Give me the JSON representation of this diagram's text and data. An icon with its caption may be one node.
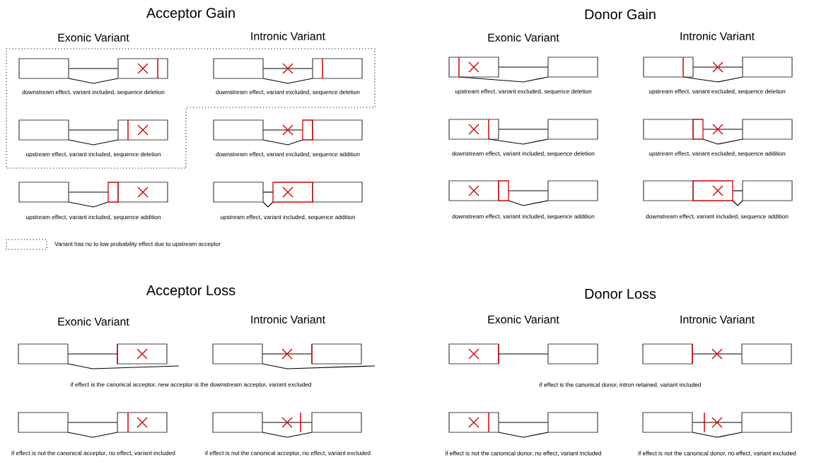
{
  "diagram": {
    "labels": [
      "Acceptor Gain",
      "Donor Gain",
      "Exonic Variant",
      "Intronic Variant",
      "Exonic Variant",
      "Intronic Variant",
      "downstream effect, variant included, sequence deletion",
      "downstream effect, variant excluded, sequence deletion",
      "upstream effect, variant excluded, sequence deletion",
      "upstream effect, variant excluded, sequence deletion",
      "upstream effect, variant included, sequence deletion",
      "downstream effect, variant excluded, sequence addition",
      "downstream effect, variant included, sequence deletion",
      "upstream effect, variant excluded, sequence addition",
      "upstream effect, variant included, sequence addition",
      "upstream effect, variant included, sequence addition",
      "downstream effect, variant included, sequence addition",
      "downstream effect, variant included, sequence addition",
      "Acceptor Loss",
      "Donor Loss",
      "Exonic Variant",
      "Intronic Variant",
      "Exonic Variant",
      "Intronic Variant",
      "if effect is the canonical acceptor, new acceptor is the downstream acceptor, variant excluded",
      "if effect is the canonical donor, intron retained, variant included",
      "if effect is not the canonical acceptor, no effect, variant included",
      "if effect is not the canonical acceptor, no effect, variant excluded",
      "if effect is not the canonical donor, no effect, variant included",
      "if effect is not the canonical donor, no effect, variant excluded"
    ],
    "legend": [
      {
        "text": "Variant has no to low probability effect due to upstream acceptor"
      }
    ]
  }
}
